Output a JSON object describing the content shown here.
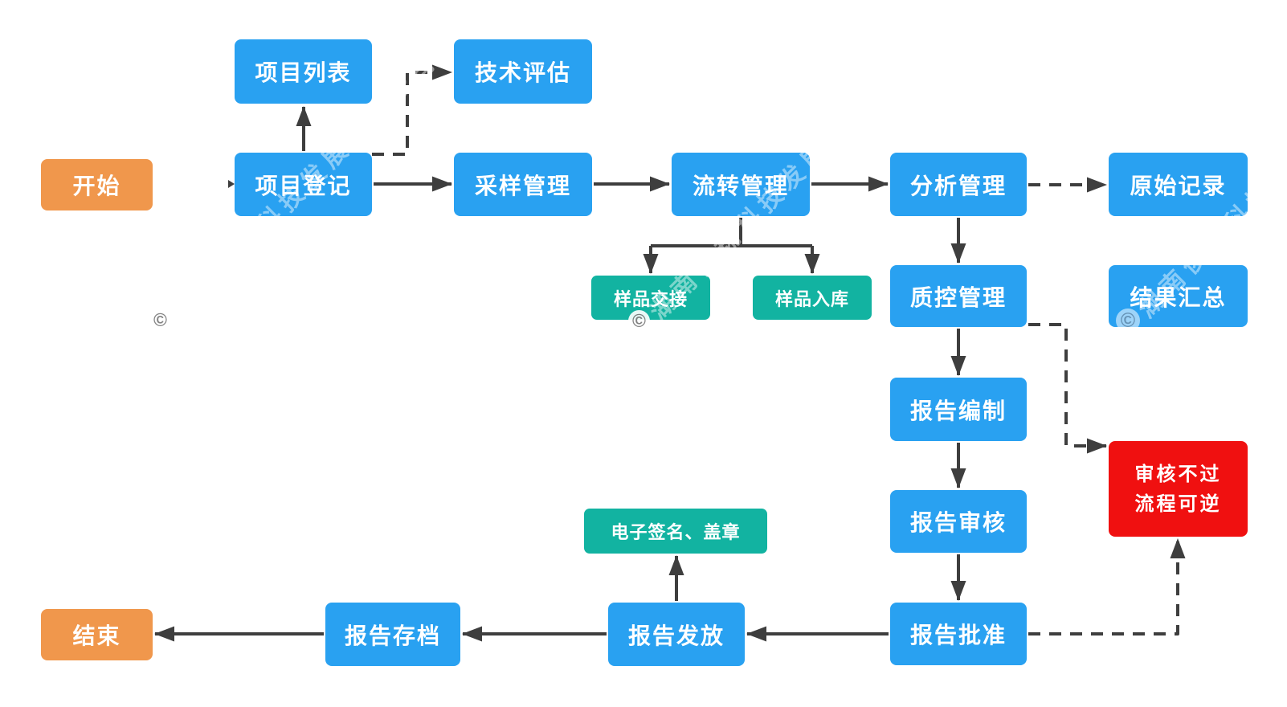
{
  "diagram": {
    "nodes": [
      {
        "id": "start",
        "label": "开始",
        "shape_color": "orange"
      },
      {
        "id": "project-list",
        "label": "项目列表",
        "shape_color": "blue"
      },
      {
        "id": "tech-evaluation",
        "label": "技术评估",
        "shape_color": "blue"
      },
      {
        "id": "project-registration",
        "label": "项目登记",
        "shape_color": "blue"
      },
      {
        "id": "sampling-management",
        "label": "采样管理",
        "shape_color": "blue"
      },
      {
        "id": "circulation-management",
        "label": "流转管理",
        "shape_color": "blue"
      },
      {
        "id": "analysis-management",
        "label": "分析管理",
        "shape_color": "blue"
      },
      {
        "id": "raw-records",
        "label": "原始记录",
        "shape_color": "blue"
      },
      {
        "id": "sample-handover",
        "label": "样品交接",
        "shape_color": "teal"
      },
      {
        "id": "sample-storage",
        "label": "样品入库",
        "shape_color": "teal"
      },
      {
        "id": "qc-management",
        "label": "质控管理",
        "shape_color": "blue"
      },
      {
        "id": "result-summary",
        "label": "结果汇总",
        "shape_color": "blue"
      },
      {
        "id": "report-compilation",
        "label": "报告编制",
        "shape_color": "blue"
      },
      {
        "id": "review-fail-note",
        "label": "审核不过流程可逆",
        "lines": [
          "审核不过",
          "流程可逆"
        ],
        "shape_color": "red"
      },
      {
        "id": "report-review",
        "label": "报告审核",
        "shape_color": "blue"
      },
      {
        "id": "esignature-seal",
        "label": "电子签名、盖章",
        "shape_color": "teal"
      },
      {
        "id": "report-approval",
        "label": "报告批准",
        "shape_color": "blue"
      },
      {
        "id": "report-issuance",
        "label": "报告发放",
        "shape_color": "blue"
      },
      {
        "id": "report-archive",
        "label": "报告存档",
        "shape_color": "blue"
      },
      {
        "id": "end",
        "label": "结束",
        "shape_color": "orange"
      }
    ],
    "connectors": [
      {
        "from": "project-registration",
        "to": "project-list",
        "style": "solid"
      },
      {
        "from": "project-registration",
        "to": "tech-evaluation",
        "style": "dashed"
      },
      {
        "from": "project-registration",
        "to": "sampling-management",
        "style": "solid"
      },
      {
        "from": "sampling-management",
        "to": "circulation-management",
        "style": "solid"
      },
      {
        "from": "circulation-management",
        "to": "analysis-management",
        "style": "solid"
      },
      {
        "from": "circulation-management",
        "to": "sample-handover",
        "style": "solid"
      },
      {
        "from": "circulation-management",
        "to": "sample-storage",
        "style": "solid"
      },
      {
        "from": "analysis-management",
        "to": "raw-records",
        "style": "dashed"
      },
      {
        "from": "analysis-management",
        "to": "qc-management",
        "style": "solid"
      },
      {
        "from": "qc-management",
        "to": "report-compilation",
        "style": "solid"
      },
      {
        "from": "qc-management",
        "to": "review-fail-note",
        "style": "dashed"
      },
      {
        "from": "report-compilation",
        "to": "report-review",
        "style": "solid"
      },
      {
        "from": "report-review",
        "to": "report-approval",
        "style": "solid"
      },
      {
        "from": "report-approval",
        "to": "report-issuance",
        "style": "solid"
      },
      {
        "from": "report-approval",
        "to": "review-fail-note",
        "style": "dashed"
      },
      {
        "from": "report-issuance",
        "to": "esignature-seal",
        "style": "solid"
      },
      {
        "from": "report-issuance",
        "to": "report-archive",
        "style": "solid"
      },
      {
        "from": "report-archive",
        "to": "end",
        "style": "solid"
      }
    ],
    "watermark": {
      "symbol": "©",
      "company": "湖南俊翔科技发展有限公司"
    },
    "colors": {
      "node_blue": "#29A1F1",
      "node_teal": "#12B3A1",
      "node_orange": "#F0974C",
      "node_red": "#F01010",
      "connector": "#3E3E3E",
      "node_text": "#FFFFFF",
      "background": "#FFFFFF"
    }
  }
}
